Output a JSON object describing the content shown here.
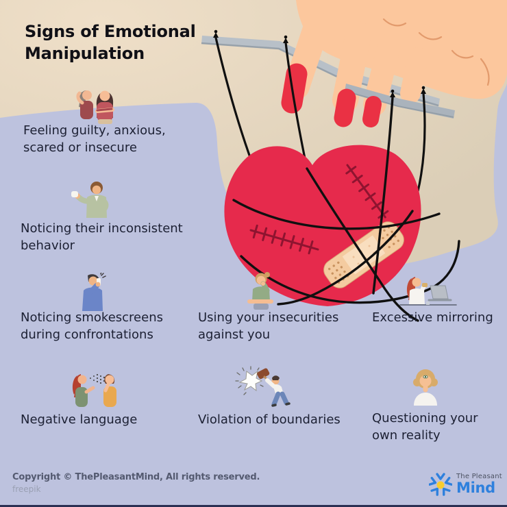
{
  "palette": {
    "background_lavender": "#bdc2de",
    "blob_beige_light": "#efdfc8",
    "blob_beige_dark": "#dbceb7",
    "heart_red": "#e62a4c",
    "stitch_red": "#8e1430",
    "hand_skin": "#fcc79d",
    "nail_red": "#ea3144",
    "bar_gray": "#b8c0c8",
    "string_black": "#101010",
    "text_dark": "#1c2033",
    "logo_blue": "#2e80dd",
    "logo_yellow": "#f8cc2e"
  },
  "title": {
    "text": "Signs of Emotional\nManipulation"
  },
  "hero_illustration": "marionette-hand-with-stitched-heart",
  "items": [
    {
      "id": "feeling-guilty",
      "icon": "two-distressed-women-icon",
      "label": "Feeling guilty, anxious,\nscared or insecure"
    },
    {
      "id": "inconsistent-behavior",
      "icon": "man-pointing-at-watch-icon",
      "label": "Noticing their inconsistent\nbehavior"
    },
    {
      "id": "smokescreens",
      "icon": "man-on-phone-icon",
      "label": "Noticing smokescreens\nduring confrontations"
    },
    {
      "id": "negative-language",
      "icon": "arguing-couple-icon",
      "label": "Negative language"
    },
    {
      "id": "insecurities",
      "icon": "woman-thinking-icon",
      "label": "Using your insecurities\nagainst you"
    },
    {
      "id": "violation-of-boundaries",
      "icon": "man-breaking-wall-icon",
      "label": "Violation of boundaries"
    },
    {
      "id": "excessive-mirroring",
      "icon": "woman-at-laptop-icon",
      "label": "Excessive mirroring"
    },
    {
      "id": "questioning-reality",
      "icon": "woman-third-eye-icon",
      "label": "Questioning your\nown reality"
    }
  ],
  "footer": {
    "copyright": "Copyright © ThePleasantMind, All rights reserved.",
    "attribution": "freepik",
    "logo": {
      "top": "The Pleasant",
      "bottom": "Mind"
    }
  }
}
